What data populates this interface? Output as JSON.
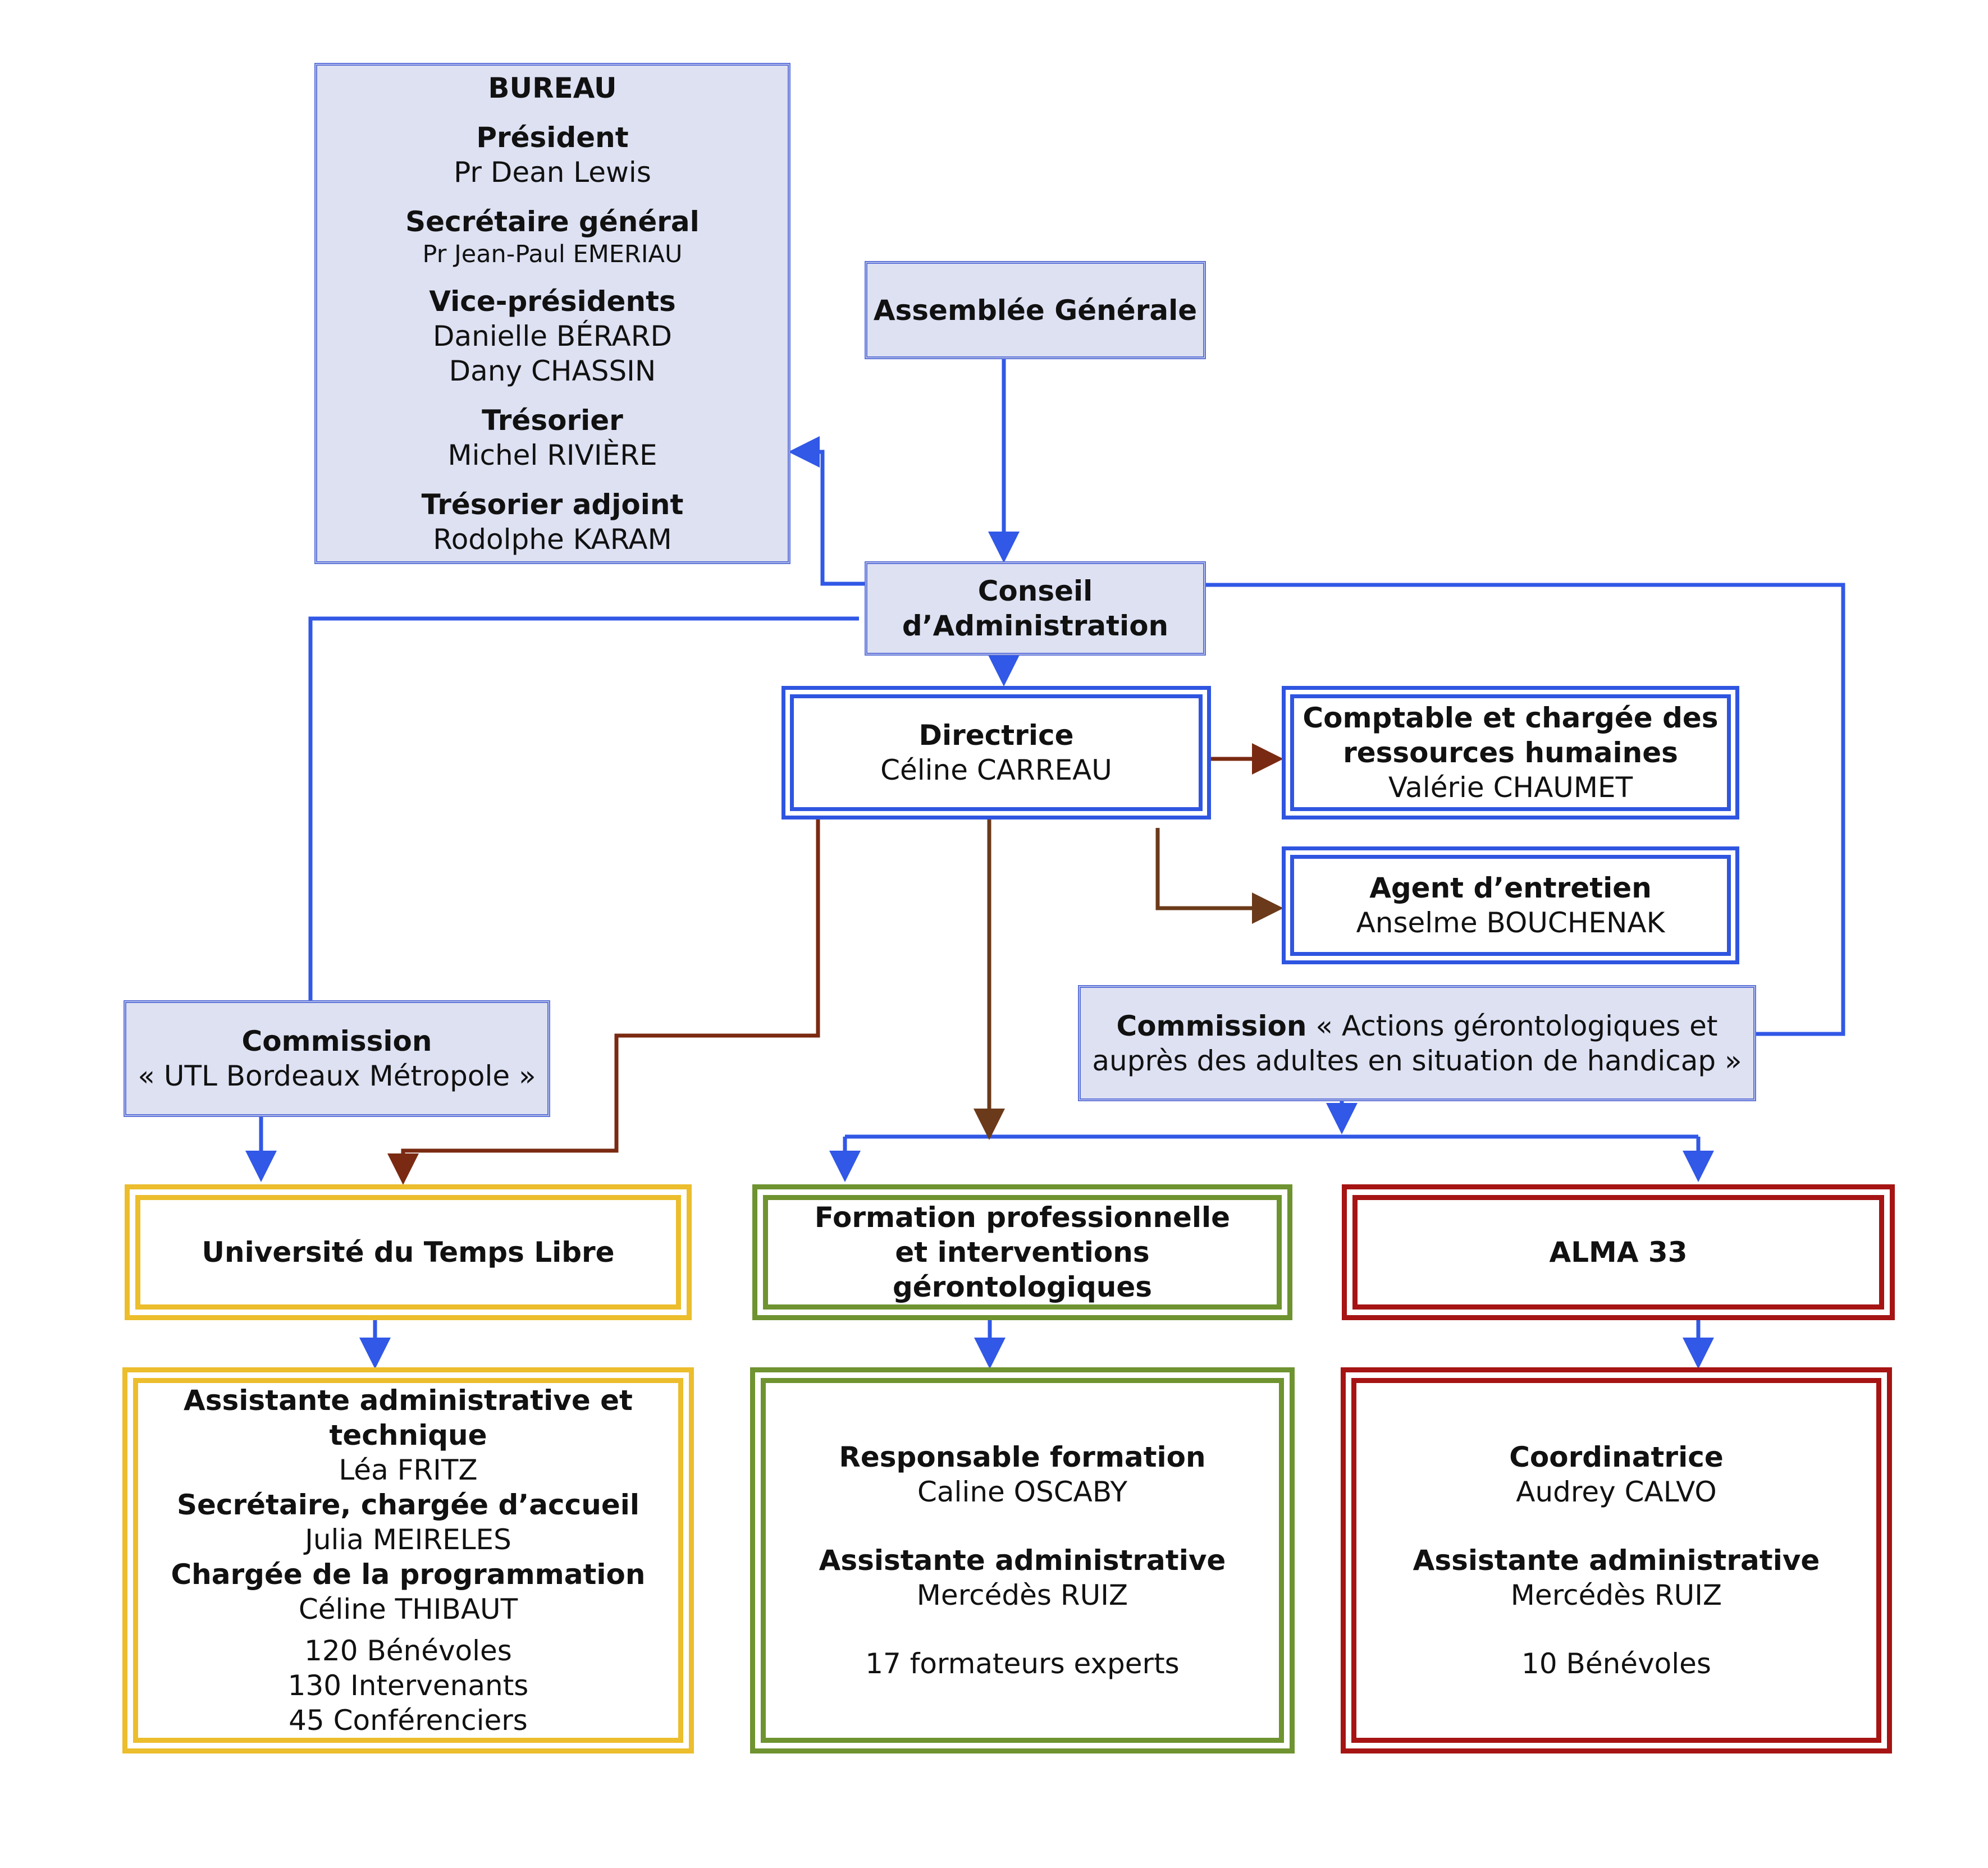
{
  "bureau": {
    "title": "BUREAU",
    "president_role": "Président",
    "president_name": "Pr Dean Lewis",
    "sg_role": "Secrétaire général",
    "sg_name": "Pr Jean-Paul EMERIAU",
    "vp_role": "Vice-présidents",
    "vp_name_1": "Danielle BÉRARD",
    "vp_name_2": "Dany CHASSIN",
    "tresorier_role": "Trésorier",
    "tresorier_name": "Michel RIVIÈRE",
    "tresorier_adj_role": "Trésorier adjoint",
    "tresorier_adj_name": "Rodolphe KARAM"
  },
  "assemblee": {
    "label": "Assemblée Générale"
  },
  "conseil": {
    "line1": "Conseil",
    "line2": "d’Administration"
  },
  "directrice": {
    "role": "Directrice",
    "name": "Céline CARREAU"
  },
  "comptable": {
    "role_line1": "Comptable et chargée des",
    "role_line2": "ressources humaines",
    "name": "Valérie CHAUMET"
  },
  "agent": {
    "role": "Agent d’entretien",
    "name": "Anselme BOUCHENAK"
  },
  "commission_utl": {
    "title": "Commission",
    "subtitle": "« UTL Bordeaux Métropole »"
  },
  "commission_geronto": {
    "title": "Commission",
    "subtitle_part1": " « Actions gérontologiques et",
    "subtitle_part2": "auprès des adultes en situation de handicap »"
  },
  "utl": {
    "label": "Université du Temps Libre",
    "role1": "Assistante administrative et technique",
    "name1": "Léa FRITZ",
    "role2": "Secrétaire, chargée d’accueil",
    "name2": "Julia MEIRELES",
    "role3": "Chargée de la programmation",
    "name3": "Céline THIBAUT",
    "count1": "120 Bénévoles",
    "count2": "130 Intervenants",
    "count3": "45 Conférenciers"
  },
  "formation": {
    "label_line1": "Formation professionnelle",
    "label_line2": "et interventions gérontologiques",
    "role1": "Responsable formation",
    "name1": "Caline OSCABY",
    "role2": "Assistante administrative",
    "name2": "Mercédès RUIZ",
    "count1": "17 formateurs experts"
  },
  "alma": {
    "label": "ALMA 33",
    "role1": "Coordinatrice",
    "name1": "Audrey CALVO",
    "role2": "Assistante administrative",
    "name2": "Mercédès RUIZ",
    "count1": "10 Bénévoles"
  },
  "colors": {
    "blue_line": "#3158e6",
    "brown_line": "#7a2a12",
    "brown_line_2": "#6b3a1a",
    "box_fill": "#dde1f2",
    "yellow": "#ecbd2c",
    "green": "#6e9330",
    "red": "#a61414"
  }
}
